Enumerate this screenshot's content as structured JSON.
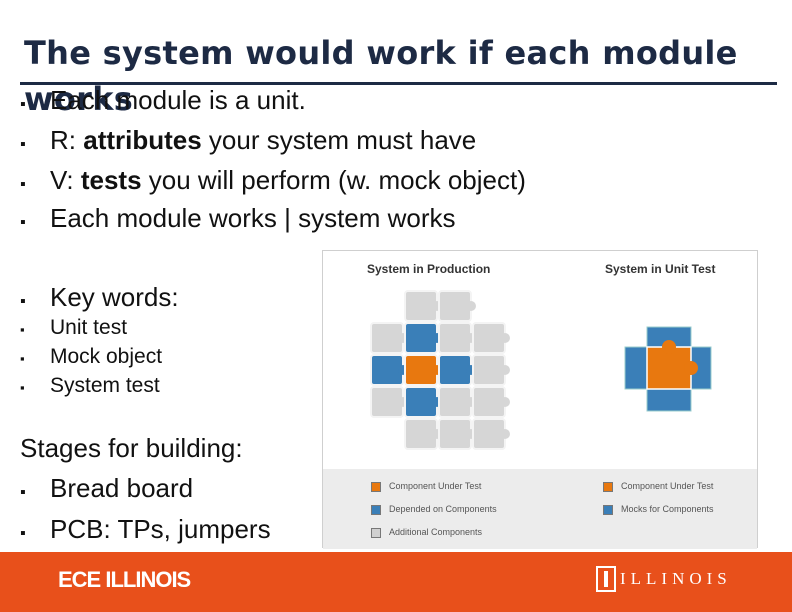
{
  "title": "The system would work if each module works",
  "bullets_main": [
    {
      "marker": "▪",
      "parts": [
        {
          "text": "Each module is a unit.",
          "bold": false
        }
      ]
    },
    {
      "marker": "▪",
      "parts": [
        {
          "text": "R: ",
          "bold": false
        },
        {
          "text": "attributes",
          "bold": true
        },
        {
          "text": " your system must have",
          "bold": false
        }
      ]
    },
    {
      "marker": "▪",
      "parts": [
        {
          "text": "V: ",
          "bold": false
        },
        {
          "text": "tests",
          "bold": true
        },
        {
          "text": " you will perform (w. mock object)",
          "bold": false
        }
      ]
    },
    {
      "marker": "▪",
      "parts": [
        {
          "text": "Each module works | system works",
          "bold": false
        }
      ]
    }
  ],
  "key_words": {
    "marker": "▪",
    "label": "Key words:",
    "items": [
      "Unit test",
      "Mock object",
      "System test"
    ]
  },
  "stages": {
    "heading": "Stages for building:",
    "items": [
      "Bread board",
      "PCB: TPs, jumpers"
    ]
  },
  "figure": {
    "left_heading": "System in Production",
    "right_heading": "System in Unit Test",
    "legend": [
      {
        "label": "Component Under Test",
        "color": "#e8780f"
      },
      {
        "label": "Depended on Components",
        "color": "#3a7fb8"
      },
      {
        "label": "Additional Components",
        "color": "#d0d0d0"
      },
      {
        "label": "Component Under Test",
        "color": "#e8780f"
      },
      {
        "label": "Mocks for Components",
        "color": "#3a7fb8"
      }
    ]
  },
  "footer": {
    "left_logo": "ECE ILLINOIS",
    "right_logo": "ILLINOIS",
    "color": "#e8501b"
  },
  "colors": {
    "title": "#1d2a44",
    "orange": "#e8780f",
    "blue": "#3a7fb8",
    "gray": "#d0d0d0"
  }
}
